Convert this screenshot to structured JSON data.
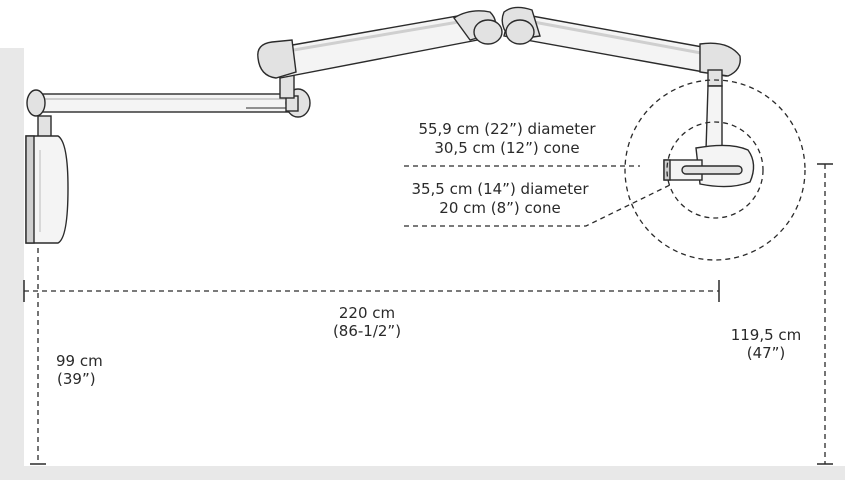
{
  "labels": {
    "large_field_line1": "55,9 cm (22”) diameter",
    "large_field_line2": "30,5 cm (12”) cone",
    "small_field_line1": "35,5 cm (14”) diameter",
    "small_field_line2": "20 cm (8”) cone",
    "reach_metric": "220 cm",
    "reach_imperial": "(86-1/2”)",
    "mount_height_metric": "99 cm",
    "mount_height_imperial": "(39”)",
    "head_height_metric": "119,5 cm",
    "head_height_imperial": "(47”)"
  },
  "colors": {
    "wall": "#e8e8e8",
    "arm_fill": "#f4f4f4",
    "arm_shade": "#cfcfcf",
    "cap_fill": "#e2e2e2",
    "outline": "#2b2b2b",
    "dimension_line": "#2a2a2a"
  }
}
